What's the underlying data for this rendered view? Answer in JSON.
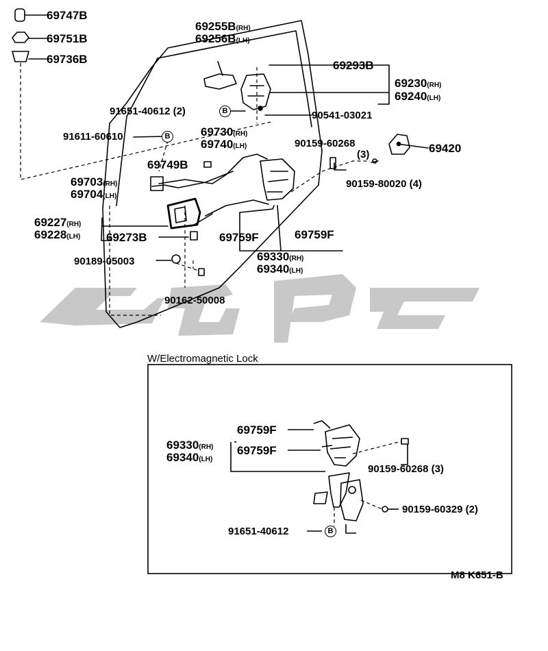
{
  "diagram": {
    "parts": [
      {
        "id": "p69747b",
        "code": "69747B"
      },
      {
        "id": "p69751b",
        "code": "69751B"
      },
      {
        "id": "p69736b",
        "code": "69736B"
      },
      {
        "id": "p69255b",
        "code": "69255B",
        "side": "(RH)"
      },
      {
        "id": "p69256b",
        "code": "69256B",
        "side": "(LH)"
      },
      {
        "id": "p69293b",
        "code": "69293B"
      },
      {
        "id": "p69230",
        "code": "69230",
        "side": "(RH)"
      },
      {
        "id": "p69240",
        "code": "69240",
        "side": "(LH)"
      },
      {
        "id": "p91651a",
        "code": "91651-40612",
        "qty": "(2)"
      },
      {
        "id": "p90541",
        "code": "90541-03021"
      },
      {
        "id": "p69730",
        "code": "69730",
        "side": "(RH)"
      },
      {
        "id": "p69740",
        "code": "69740",
        "side": "(LH)"
      },
      {
        "id": "p91611",
        "code": "91611-60610"
      },
      {
        "id": "p90159a",
        "code": "90159-60268",
        "qty": "(3)"
      },
      {
        "id": "p69420",
        "code": "69420"
      },
      {
        "id": "p69749b",
        "code": "69749B"
      },
      {
        "id": "p90159b",
        "code": "90159-80020",
        "qty": "(4)"
      },
      {
        "id": "p69703",
        "code": "69703",
        "side": "(RH)"
      },
      {
        "id": "p69704",
        "code": "69704",
        "side": "(LH)"
      },
      {
        "id": "p69227",
        "code": "69227",
        "side": "(RH)"
      },
      {
        "id": "p69228",
        "code": "69228",
        "side": "(LH)"
      },
      {
        "id": "p69273b",
        "code": "69273B"
      },
      {
        "id": "p69759fa",
        "code": "69759F"
      },
      {
        "id": "p69759fb",
        "code": "69759F"
      },
      {
        "id": "p69330a",
        "code": "69330",
        "side": "(RH)"
      },
      {
        "id": "p69340a",
        "code": "69340",
        "side": "(LH)"
      },
      {
        "id": "p90189",
        "code": "90189-05003"
      },
      {
        "id": "p90162",
        "code": "90162-50008"
      }
    ],
    "inset": {
      "title": "W/Electromagnetic Lock",
      "parts": [
        {
          "id": "i69759fa",
          "code": "69759F"
        },
        {
          "id": "i69330",
          "code": "69330",
          "side": "(RH)"
        },
        {
          "id": "i69340",
          "code": "69340",
          "side": "(LH)"
        },
        {
          "id": "i69759fb",
          "code": "69759F"
        },
        {
          "id": "i90159a",
          "code": "90159-60268",
          "qty": "(3)"
        },
        {
          "id": "i90159b",
          "code": "90159-60329",
          "qty": "(2)"
        },
        {
          "id": "i91651",
          "code": "91651-40612"
        }
      ]
    },
    "ref_marker": "B",
    "drawing_code": "M8 K651-B",
    "watermark_text": "شرق"
  }
}
